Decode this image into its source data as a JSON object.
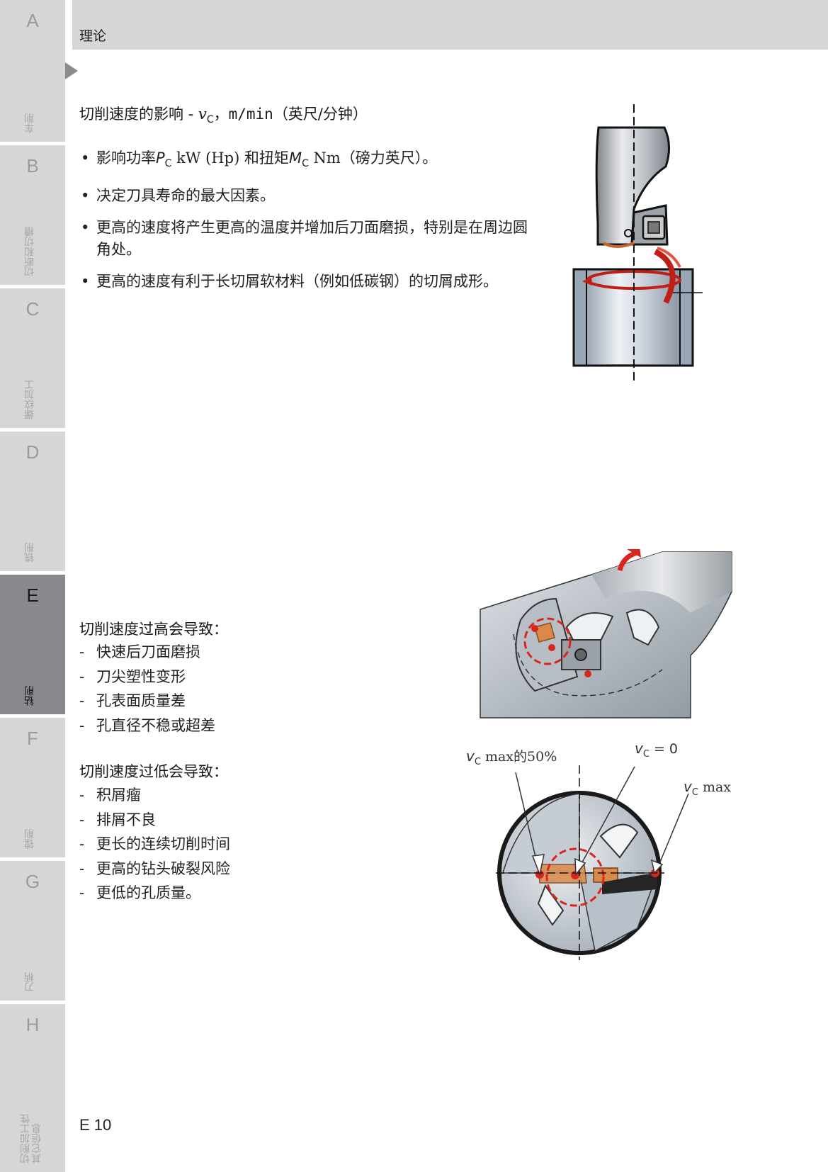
{
  "header": {
    "title": "理论"
  },
  "sidebar": [
    {
      "letter": "A",
      "label": "车削"
    },
    {
      "letter": "B",
      "label": "切断和切槽"
    },
    {
      "letter": "C",
      "label": "螺纹加工"
    },
    {
      "letter": "D",
      "label": "铣削"
    },
    {
      "letter": "E",
      "label": "钻削"
    },
    {
      "letter": "F",
      "label": "镗削"
    },
    {
      "letter": "G",
      "label": "刀柄"
    },
    {
      "letter": "H",
      "label": "切削加工性\n其它信息"
    }
  ],
  "intro": {
    "heading_prefix": "切削速度的影响 - ",
    "heading_var": "v",
    "heading_sub": "C",
    "heading_suffix_units": "，m/min",
    "heading_suffix_cn": "（英尺/分钟）",
    "bullet1": {
      "a": "影响功率",
      "var1": "P",
      "sub1": "C",
      "b": " kW (Hp) 和扭矩",
      "var2": "M",
      "sub2": "C",
      "c": " Nm（磅力英尺）。"
    },
    "bullet2": "决定刀具寿命的最大因素。",
    "bullet3": "更高的速度将产生更高的温度并增加后刀面磨损，特别是在周边圆角处。",
    "bullet4": "更高的速度有利于长切屑软材料（例如低碳钢）的切屑成形。"
  },
  "too_high": {
    "title": "切削速度过高会导致：",
    "items": [
      "快速后刀面磨损",
      "刀尖塑性变形",
      "孔表面质量差",
      "孔直径不稳或超差"
    ]
  },
  "too_low": {
    "title": "切削速度过低会导致：",
    "items": [
      "积屑瘤",
      "排屑不良",
      "更长的连续切削时间",
      "更高的钻头破裂风险",
      "更低的孔质量。"
    ]
  },
  "figure_labels": {
    "half": {
      "var": "v",
      "sub": "C",
      "text": " max的50%"
    },
    "zero": {
      "var": "v",
      "sub": "C",
      "text": " = 0"
    },
    "max": {
      "var": "v",
      "sub": "C",
      "text": " max"
    }
  },
  "page_number": "E 10",
  "colors": {
    "tab_gray": "#d5d6d8",
    "tab_active": "#87898c",
    "accent_red": "#d9261c",
    "insert_orange": "#d98a4a"
  }
}
